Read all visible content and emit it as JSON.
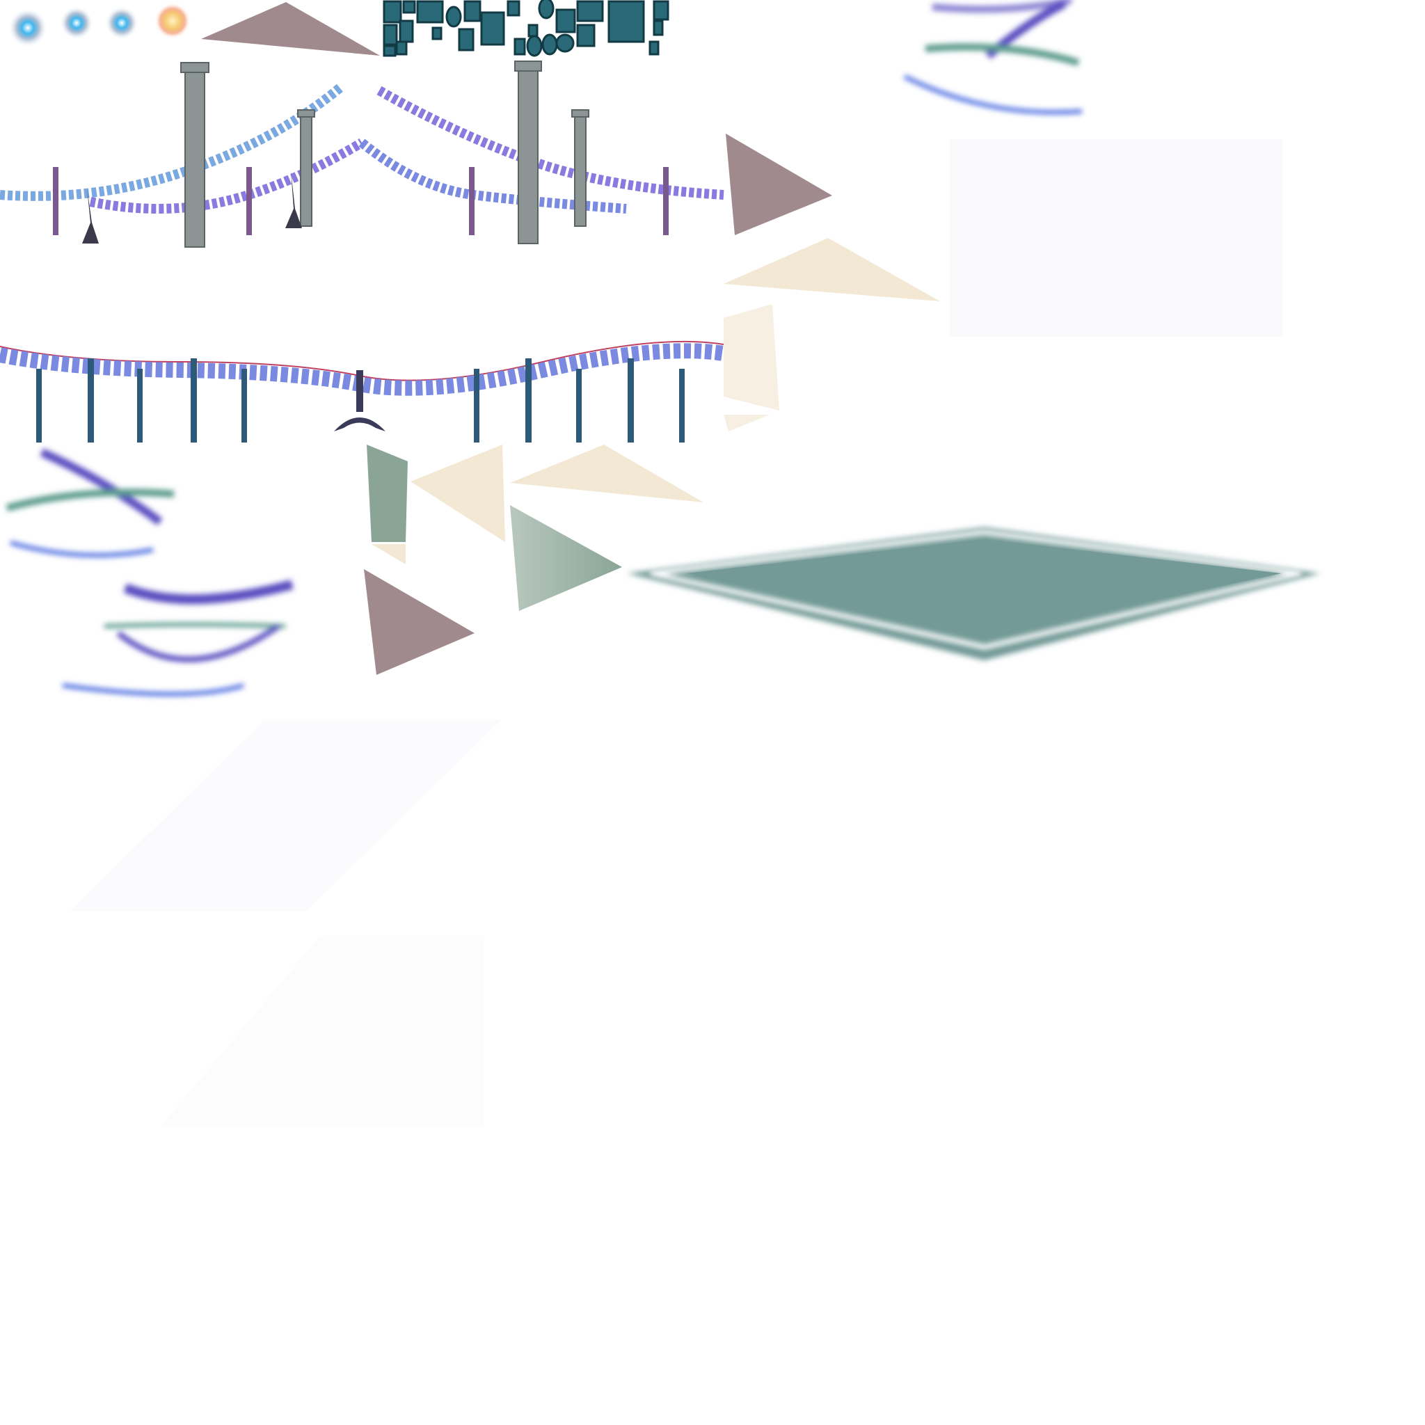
{
  "atlas": {
    "kind": "sprite-sheet",
    "colors": {
      "mauve": "#a08a8e",
      "beige": "#f3e8d3",
      "sage": "#8aa596",
      "teal_diamond": "#739a97",
      "pillar": "#8c9494",
      "post_purple": "#7a5a8e",
      "post_blue": "#2e5a7a",
      "glow_blue": "#3fb8f0",
      "glow_orange": "#f5b25a",
      "frame": "#1e5a68",
      "swirl_purple": "#5a4ec0",
      "swirl_green": "#5a9a8a"
    },
    "sprites": [
      {
        "name": "glow-blue",
        "count": 3
      },
      {
        "name": "glow-orange",
        "count": 1
      },
      {
        "name": "picture-frames",
        "count": 1
      },
      {
        "name": "stone-pillar",
        "count": 4
      },
      {
        "name": "purple-post",
        "count": 4
      },
      {
        "name": "blue-post",
        "count": 10
      },
      {
        "name": "chandelier",
        "count": 1
      },
      {
        "name": "bunting-banner",
        "count": 2
      },
      {
        "name": "triangle-shard",
        "count": 8
      },
      {
        "name": "light-swirl",
        "count": 3
      },
      {
        "name": "teal-diamond-platform",
        "count": 1
      }
    ]
  }
}
